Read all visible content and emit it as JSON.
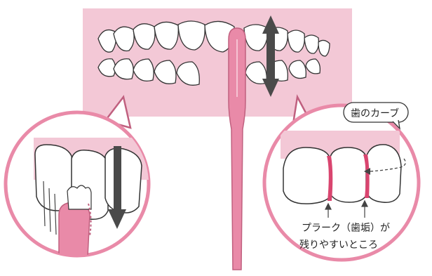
{
  "labels": {
    "tooth_curve": "歯のカーブ",
    "plaque_line1": "プラーク（歯垢）が",
    "plaque_line2": "残りやすいところ"
  },
  "colors": {
    "pink_band": "#f3c8d6",
    "brush_pink": "#e98aa8",
    "brush_pink_dark": "#c0607f",
    "plaque_red": "#d9456f",
    "arrow_gray": "#4a4a4a",
    "outline": "#333333"
  },
  "icons": {
    "vertical_motion_arrow": "double-headed-vertical-arrow",
    "downward_arrow": "down-arrow",
    "curve_arrow": "curved-dashed-arrow"
  }
}
